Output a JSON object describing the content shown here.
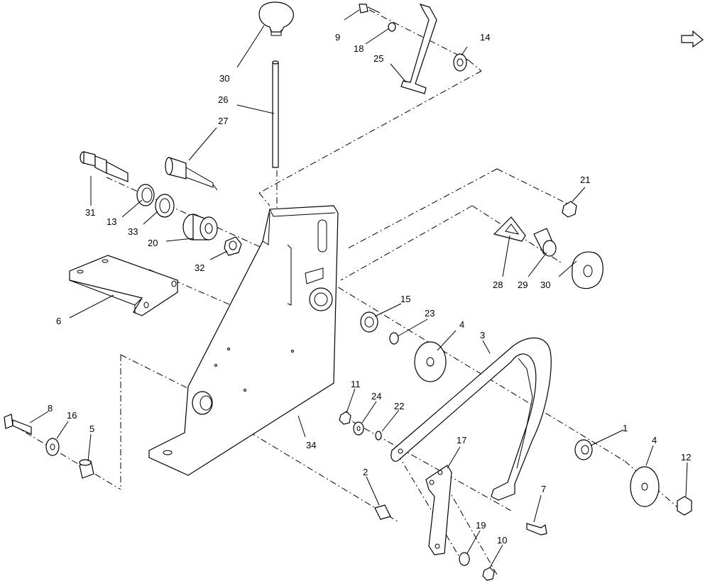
{
  "diagram": {
    "callouts": {
      "c1": "1",
      "c2": "2",
      "c3": "3",
      "c4a": "4",
      "c4b": "4",
      "c5": "5",
      "c6": "6",
      "c7": "7",
      "c8": "8",
      "c9": "9",
      "c10": "10",
      "c11": "11",
      "c12": "12",
      "c13": "13",
      "c14": "14",
      "c15": "15",
      "c16": "16",
      "c17": "17",
      "c18": "18",
      "c19": "19",
      "c20": "20",
      "c21": "21",
      "c22": "22",
      "c23": "23",
      "c24": "24",
      "c25": "25",
      "c26": "26",
      "c27": "27",
      "c28": "28",
      "c29": "29",
      "c30a": "30",
      "c30b": "30",
      "c31": "31",
      "c32": "32",
      "c33": "33",
      "c34": "34"
    }
  }
}
